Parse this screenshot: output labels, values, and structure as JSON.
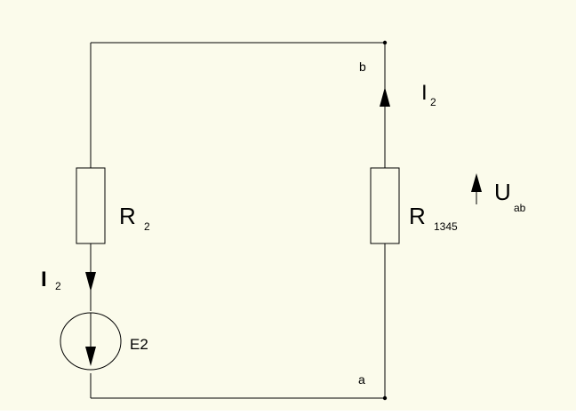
{
  "diagram": {
    "title": "",
    "background": "#fbfbeb",
    "stroke_color": "#000000",
    "node_b": {
      "label": "b"
    },
    "node_a": {
      "label": "a"
    },
    "left_branch": {
      "resistor": {
        "name": "R",
        "subscript": "2"
      },
      "current": {
        "name": "I",
        "subscript": "2",
        "direction": "down"
      },
      "source": {
        "name": "E2",
        "arrow_direction": "down"
      }
    },
    "right_branch": {
      "resistor": {
        "name": "R",
        "subscript": "1345"
      },
      "current": {
        "name": "I",
        "subscript": "2",
        "direction": "up"
      },
      "voltage": {
        "name": "U",
        "subscript": "ab",
        "arrow_direction": "up"
      }
    }
  }
}
